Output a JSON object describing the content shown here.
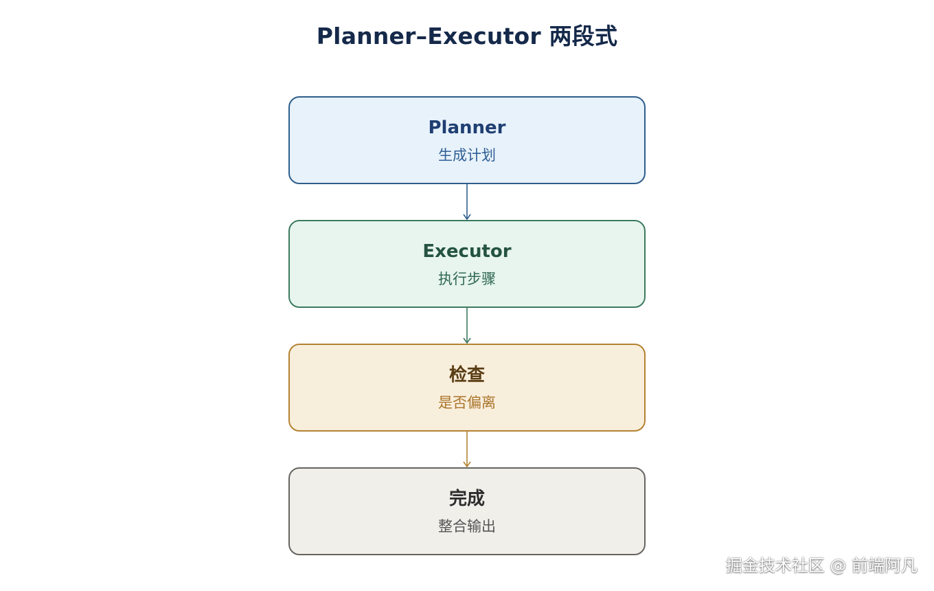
{
  "title": "Planner–Executor 两段式",
  "nodes": [
    {
      "title": "Planner",
      "subtitle": "生成计划",
      "bg": "#e8f2fb",
      "border": "#2e5d8b",
      "title_color": "#1f3f72",
      "subtitle_color": "#2f5f94"
    },
    {
      "title": "Executor",
      "subtitle": "执行步骤",
      "bg": "#e7f5ee",
      "border": "#3b7a5e",
      "title_color": "#24533f",
      "subtitle_color": "#2f6850"
    },
    {
      "title": "检查",
      "subtitle": "是否偏离",
      "bg": "#f8eedc",
      "border": "#b38232",
      "title_color": "#5a3c13",
      "subtitle_color": "#a9742a"
    },
    {
      "title": "完成",
      "subtitle": "整合输出",
      "bg": "#f1efea",
      "border": "#666460",
      "title_color": "#2c2c2c",
      "subtitle_color": "#555555"
    }
  ],
  "edge_colors": [
    "#2e5d8b",
    "#3b7a5e",
    "#b38232"
  ],
  "watermark": "掘金技术社区 @ 前端阿凡"
}
